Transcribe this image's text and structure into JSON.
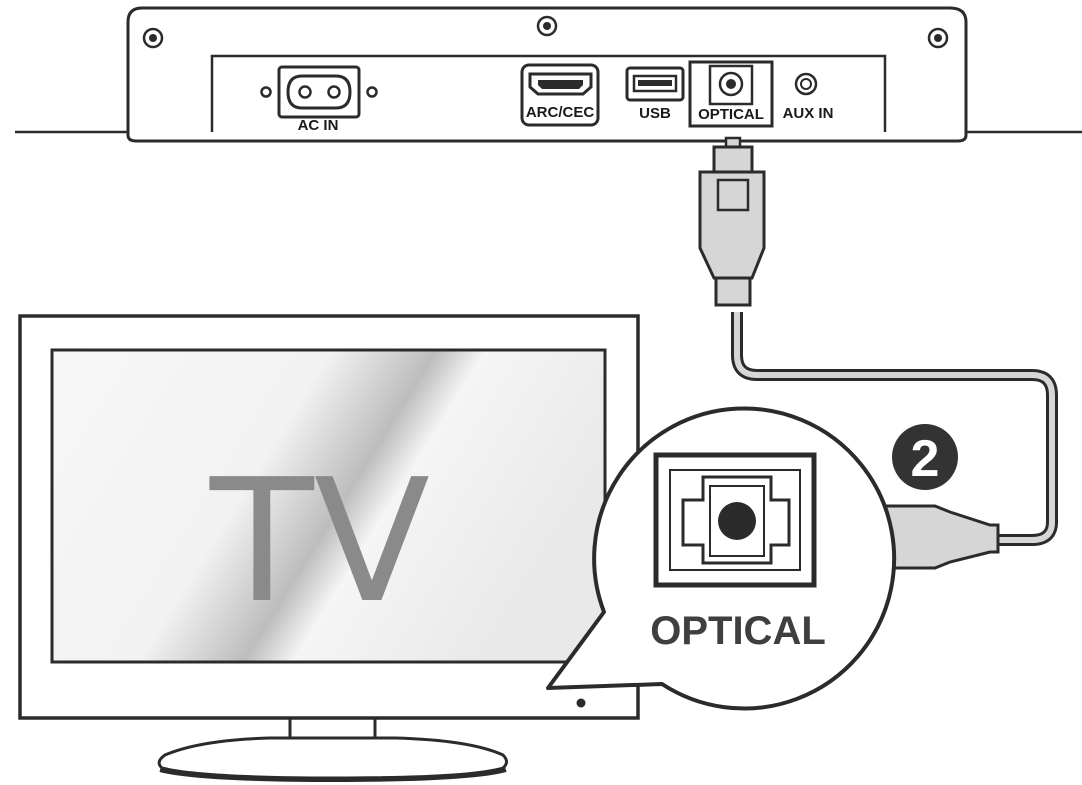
{
  "soundbar": {
    "ports": {
      "ac_in": "AC  IN",
      "arc_cec": "ARC/CEC",
      "usb": "USB",
      "optical": "OPTICAL",
      "aux_in": "AUX  IN"
    }
  },
  "tv": {
    "label": "TV"
  },
  "callout": {
    "port_label": "OPTICAL",
    "step_number": "2"
  },
  "colors": {
    "line": "#2b2b2b",
    "cable_fill": "#d6d6d6",
    "tv_text": "#8a8a8a",
    "badge": "#333333"
  }
}
